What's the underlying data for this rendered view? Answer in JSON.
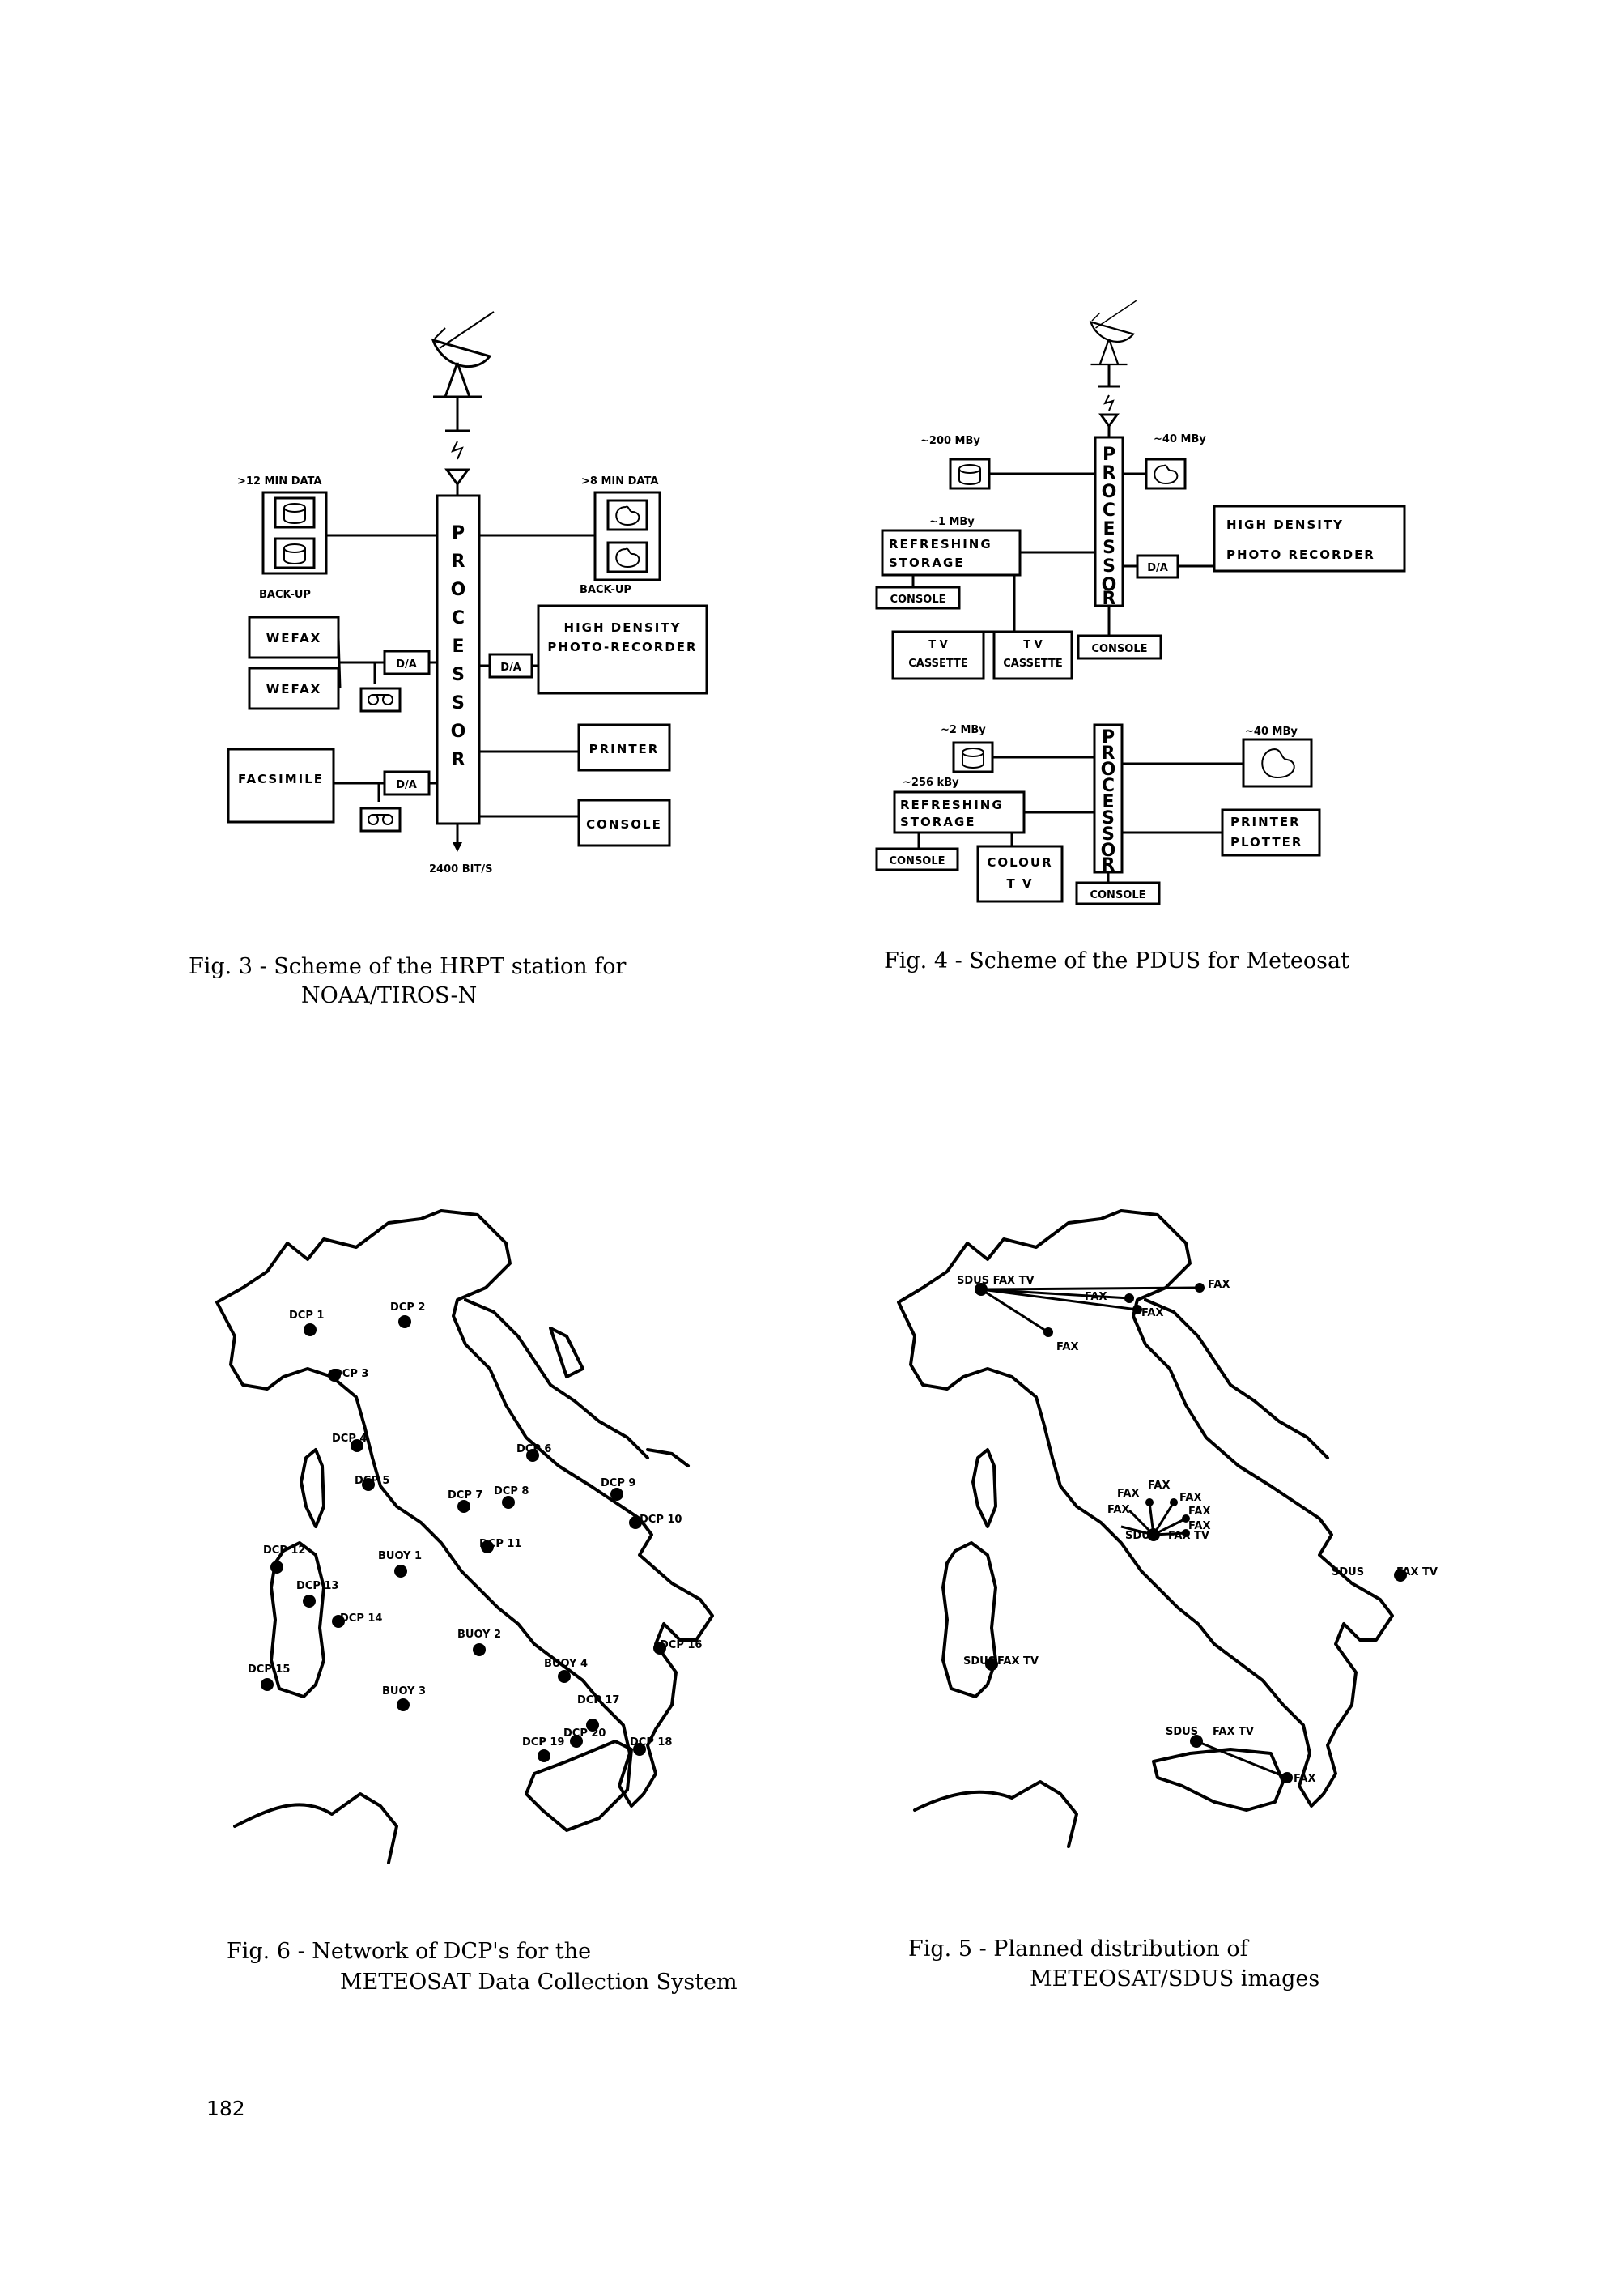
{
  "fig3": {
    "min12_label": ">12 MIN DATA",
    "min8_label": ">8 MIN DATA",
    "backup_left": "BACK-UP",
    "backup_right": "BACK-UP",
    "wefax_1": "WEFAX",
    "wefax_2": "WEFAX",
    "facsimile": "FACSIMILE",
    "da_1": "D/A",
    "da_2": "D/A",
    "da_3": "D/A",
    "processor": [
      "P",
      "R",
      "O",
      "C",
      "E",
      "S",
      "S",
      "O",
      "R"
    ],
    "hd_recorder_line1": "HIGH DENSITY",
    "hd_recorder_line2": "PHOTO-RECORDER",
    "printer": "PRINTER",
    "console": "CONSOLE",
    "rate": "2400 BIT/S",
    "caption_line1": "Fig. 3 - Scheme of the HRPT station for",
    "caption_line2": "NOAA/TIROS-N"
  },
  "fig4": {
    "mb200": "~200 MBy",
    "mb40_top": "~40 MBy",
    "mb1": "~1 MBy",
    "refresh_top_1": "REFRESHING",
    "refresh_top_2": "STORAGE",
    "console_a": "CONSOLE",
    "tv_cassette_1a": "T V",
    "tv_cassette_1b": "CASSETTE",
    "tv_cassette_2a": "T V",
    "tv_cassette_2b": "CASSETTE",
    "console_b": "CONSOLE",
    "da": "D/A",
    "hd_line1": "HIGH DENSITY",
    "hd_line2": "PHOTO RECORDER",
    "processor": [
      "P",
      "R",
      "O",
      "C",
      "E",
      "S",
      "S",
      "O",
      "R"
    ],
    "mb2": "~2 MBy",
    "kb256": "~256 kBy",
    "refresh_bot_1": "REFRESHING",
    "refresh_bot_2": "STORAGE",
    "console_c": "CONSOLE",
    "colour_tv_1": "COLOUR",
    "colour_tv_2": "T V",
    "mb40_bot": "~40 MBy",
    "printer_1": "PRINTER",
    "printer_2": "PLOTTER",
    "console_d": "CONSOLE",
    "caption": "Fig. 4 - Scheme of the PDUS for Meteosat"
  },
  "fig6": {
    "stations": [
      "DCP 1",
      "DCP 2",
      "DCP 3",
      "DCP 4",
      "DCP 5",
      "DCP 6",
      "DCP 7",
      "DCP 8",
      "DCP 9",
      "DCP 10",
      "DCP 11",
      "DCP 12",
      "DCP 13",
      "DCP 14",
      "DCP 15",
      "DCP 16",
      "DCP 17",
      "DCP 18",
      "DCP 19",
      "DCP 20"
    ],
    "buoys": [
      "BUOY 1",
      "BUOY 2",
      "BUOY 3",
      "BUOY 4"
    ],
    "caption_line1": "Fig. 6 - Network of DCP's for the",
    "caption_line2": "METEOSAT Data Collection System"
  },
  "fig5": {
    "sdus_fax_tv": "SDUS FAX TV",
    "fax": "FAX",
    "sdus": "SDUS",
    "fax_tv": "FAX TV",
    "caption_line1": "Fig. 5 - Planned distribution of",
    "caption_line2": "METEOSAT/SDUS images"
  },
  "page_number": "182"
}
